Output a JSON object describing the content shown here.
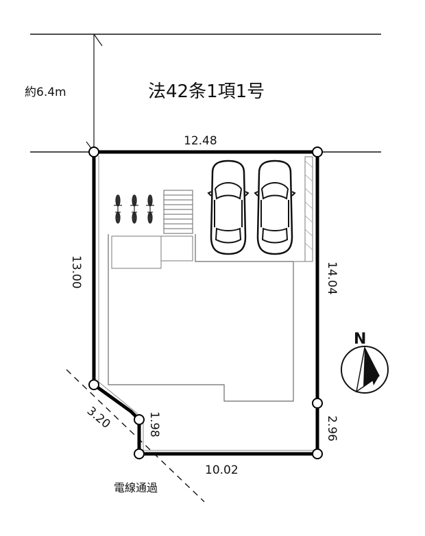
{
  "road": {
    "legal_basis": "法42条1項1号",
    "width": "約6.4m"
  },
  "dimensions": {
    "north": "12.48",
    "west": "13.00",
    "east_upper": "14.04",
    "east_lower": "2.96",
    "south": "10.02",
    "southwest_diagonal": "3.20",
    "southwest_step": "1.98"
  },
  "annotations": {
    "power_line": "電線通過",
    "compass_north": "N"
  },
  "colors": {
    "boundary": "#000000",
    "building_outline": "#6a6a6a",
    "background": "#ffffff"
  },
  "icons": {
    "cars": [
      "car-icon",
      "car-icon"
    ],
    "bicycles": [
      "bicycle-icon",
      "bicycle-icon",
      "bicycle-icon"
    ],
    "stairs": "stairs-icon",
    "compass": "north-compass-icon"
  }
}
